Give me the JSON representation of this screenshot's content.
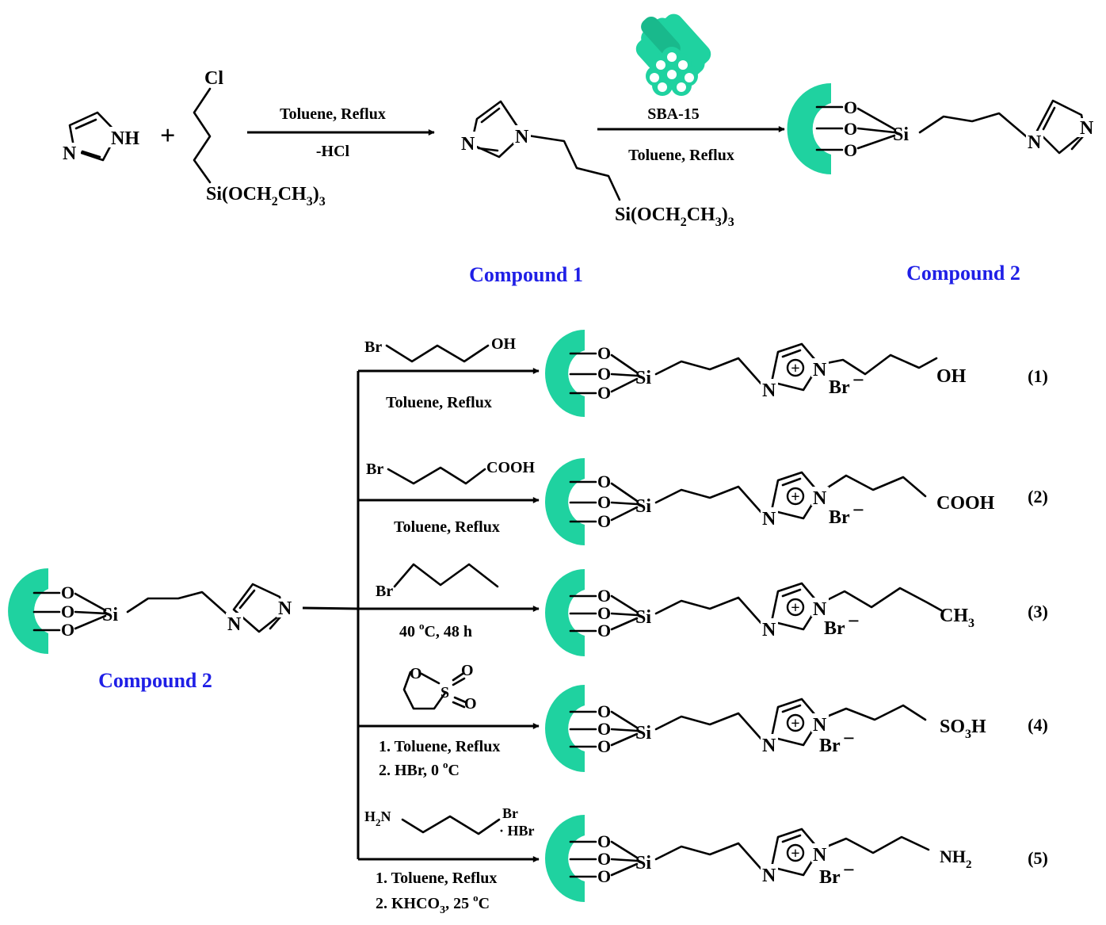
{
  "colors": {
    "support": "#1fd2a0",
    "compound_label": "#1f1fe6"
  },
  "top": {
    "imidazole": {
      "NH": "NH",
      "N": "N"
    },
    "plus": "+",
    "chloropropyl": {
      "Cl": "Cl",
      "Si": "Si(OCH",
      "sub2": "2",
      "CH": "CH",
      "sub3a": "3",
      "paren": ")",
      "sub3b": "3"
    },
    "step1": {
      "above": "Toluene, Reflux",
      "below": "-HCl"
    },
    "compound1": {
      "N1": "N",
      "N2": "N",
      "Si": "Si(OCH",
      "sub2": "2",
      "CH": "CH",
      "sub3a": "3",
      "paren": ")",
      "sub3b": "3",
      "label": "Compound 1"
    },
    "step2": {
      "icon": "sba15-nanotube-icon",
      "above": "SBA-15",
      "below": "Toluene, Reflux"
    },
    "compound2": {
      "O": "O",
      "Si": "Si",
      "N1": "N",
      "N2": "N",
      "label": "Compound 2"
    }
  },
  "bottom": {
    "start": {
      "O": "O",
      "Si": "Si",
      "N1": "N",
      "N2": "N",
      "label": "Compound 2"
    },
    "common": {
      "O": "O",
      "Si": "Si",
      "N": "N",
      "plus": "+",
      "Br": "Br",
      "minus": "−"
    },
    "rows": [
      {
        "num": "(1)",
        "reagent": [
          "Br",
          "OH"
        ],
        "cond": [
          "Toluene, Reflux"
        ],
        "tail": "OH"
      },
      {
        "num": "(2)",
        "reagent": [
          "Br",
          "COOH"
        ],
        "cond": [
          "Toluene, Reflux"
        ],
        "tail": "COOH"
      },
      {
        "num": "(3)",
        "reagent": [
          "Br"
        ],
        "cond": [
          "40 ",
          "o",
          "C, 48 h"
        ],
        "tail": "CH",
        "tail_sub": "3"
      },
      {
        "num": "(4)",
        "reagent": [
          "O",
          "S",
          "O",
          "O"
        ],
        "cond": [
          "1. Toluene, Reflux",
          "2. HBr, 0 ",
          "o",
          "C"
        ],
        "tail": "SO",
        "tail_sub": "3",
        "tail_end": "H"
      },
      {
        "num": "(5)",
        "reagent": [
          "H",
          "2",
          "N",
          "Br",
          "· HBr"
        ],
        "cond": [
          "1. Toluene, Reflux",
          "2. KHCO",
          "3",
          ", 25 ",
          "o",
          "C"
        ],
        "tail": "NH",
        "tail_sub": "2"
      }
    ]
  }
}
